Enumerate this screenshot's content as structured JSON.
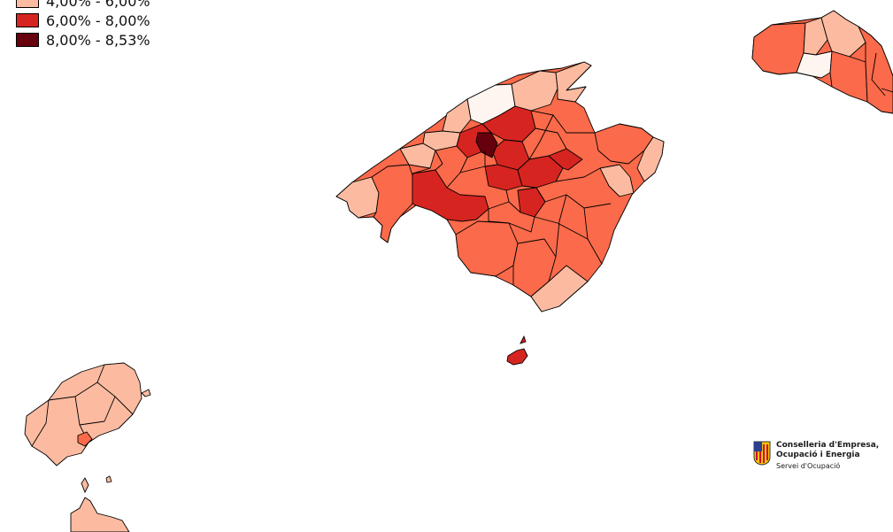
{
  "legend": {
    "items": [
      {
        "label": "4,00% - 6,00%",
        "color": "#fcbba1"
      },
      {
        "label": "6,00% - 8,00%",
        "color": "#d62420"
      },
      {
        "label": "8,00% - 8,53%",
        "color": "#67000d"
      }
    ]
  },
  "logo": {
    "line1": "Conselleria d'Empresa,",
    "line2": "Ocupació i Energia",
    "line3": "Servei d'Ocupació"
  },
  "colors": {
    "class_lightest": "#fff5f0",
    "class_light": "#fcbba1",
    "class_mid": "#fb6a4a",
    "class_high": "#d62420",
    "class_max": "#67000d",
    "border": "#000000",
    "background": "#ffffff"
  }
}
